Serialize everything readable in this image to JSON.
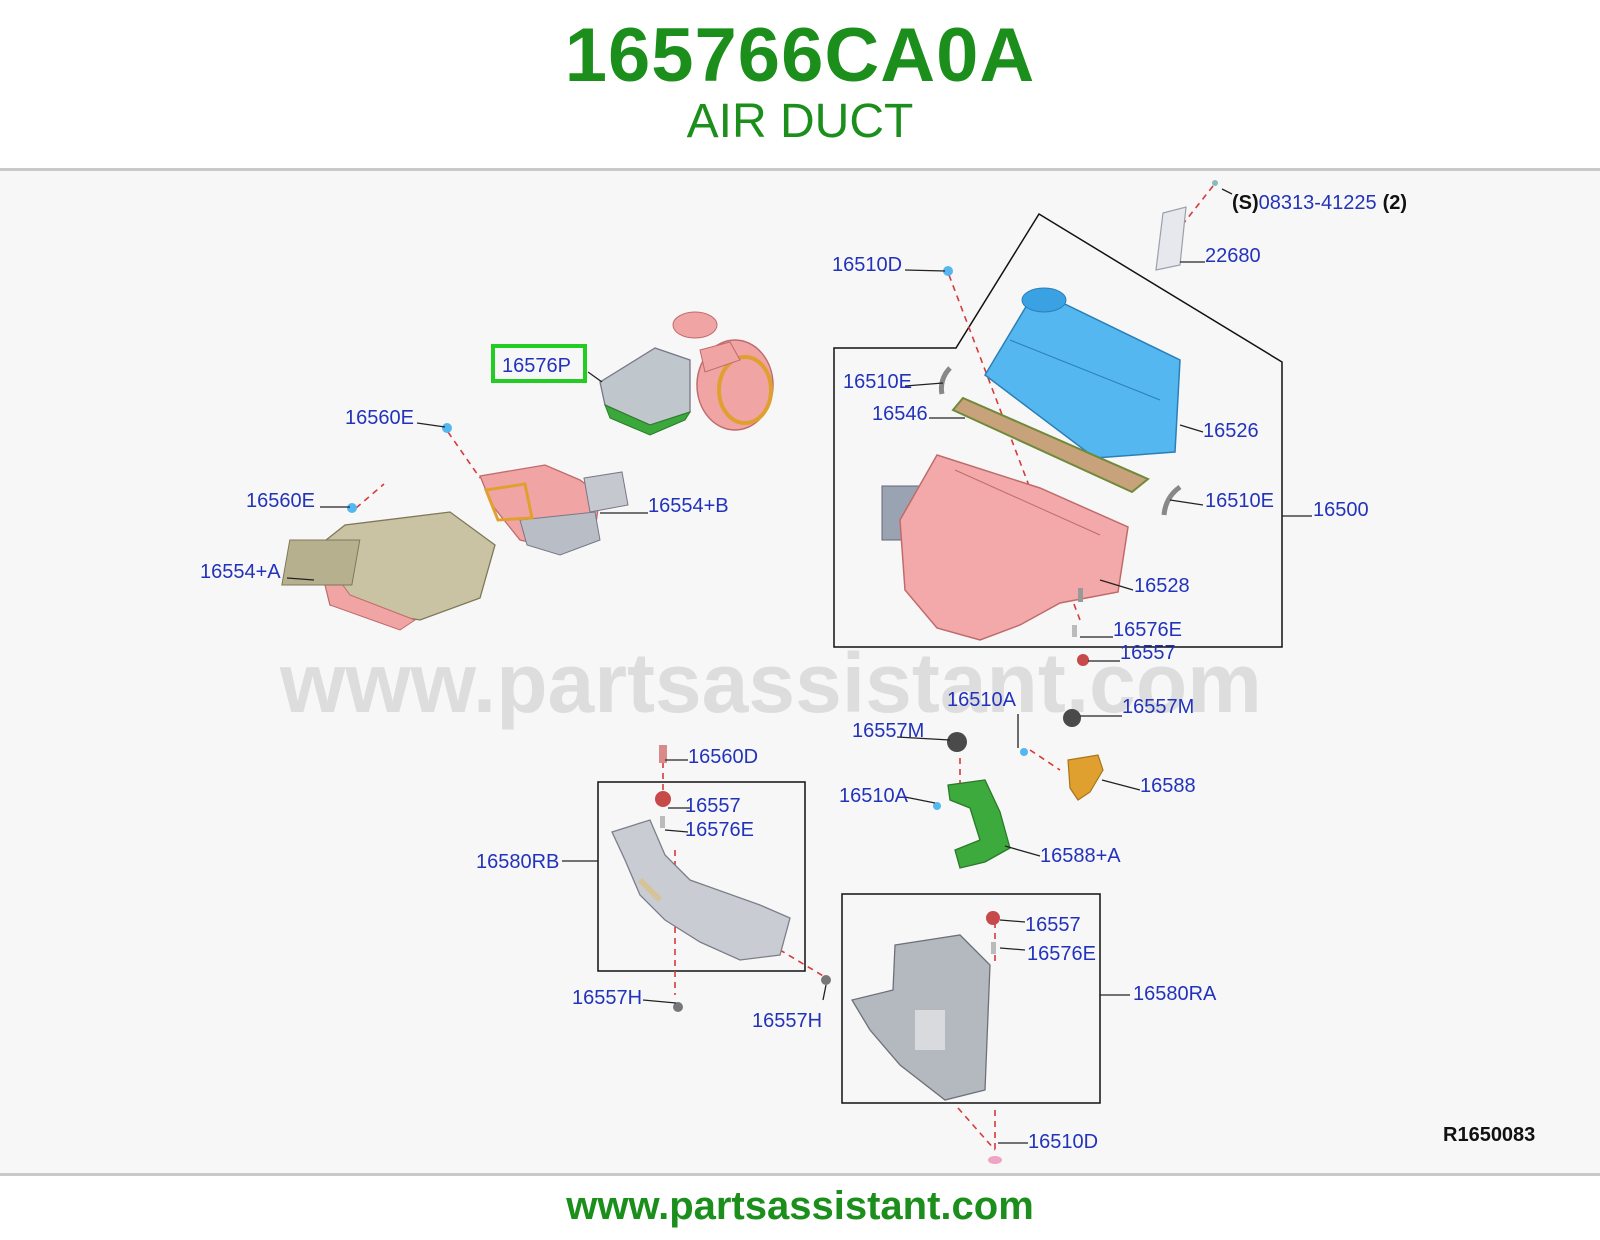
{
  "header": {
    "part_number": "165766CA0A",
    "part_name": "AIR DUCT"
  },
  "diagram": {
    "watermark": "www.partsassistant.com",
    "reference_code": "R1650083",
    "highlighted_callout": "16576P",
    "spec": {
      "prefix": "(S)",
      "number": "08313-41225",
      "quantity": "(2)"
    },
    "callouts": {
      "c_22680": "22680",
      "c_16510D_top": "16510D",
      "c_16576P": "16576P",
      "c_16510E_1": "16510E",
      "c_16546": "16546",
      "c_16526": "16526",
      "c_16560E_1": "16560E",
      "c_16560E_2": "16560E",
      "c_16554B": "16554+B",
      "c_16554A": "16554+A",
      "c_16510E_2": "16510E",
      "c_16500": "16500",
      "c_16528": "16528",
      "c_16576E_1": "16576E",
      "c_16557_1": "16557",
      "c_16510A_1": "16510A",
      "c_16557M_1": "16557M",
      "c_16557M_2": "16557M",
      "c_16560D": "16560D",
      "c_16588": "16588",
      "c_16557_2": "16557",
      "c_16510A_2": "16510A",
      "c_16576E_2": "16576E",
      "c_16580RB": "16580RB",
      "c_16588A": "16588+A",
      "c_16557_3": "16557",
      "c_16576E_3": "16576E",
      "c_16580RA": "16580RA",
      "c_16557H_1": "16557H",
      "c_16557H_2": "16557H",
      "c_16510D_bottom": "16510D"
    }
  },
  "footer": {
    "url": "www.partsassistant.com"
  },
  "colors": {
    "brand_green": "#1b8e1b",
    "callout_blue": "#2233bb",
    "highlight_green": "#22cc22"
  }
}
